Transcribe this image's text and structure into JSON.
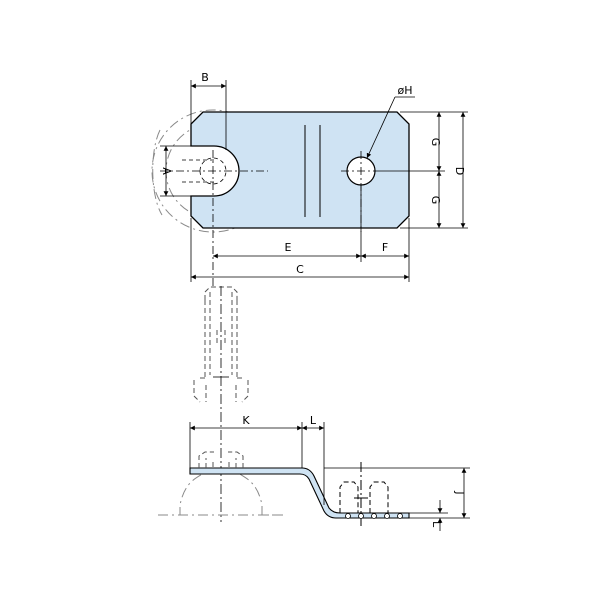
{
  "colors": {
    "part_fill": "#cfe3f3",
    "line": "#000000",
    "hidden": "#555555",
    "phantom": "#8a8a8a",
    "background": "#ffffff"
  },
  "labels": {
    "a": "A",
    "b": "B",
    "c": "C",
    "d": "D",
    "e": "E",
    "f": "F",
    "g_top": "G",
    "g_bottom": "G",
    "h": "øH",
    "j": "J",
    "k": "K",
    "l_top": "L",
    "l_side": "L"
  }
}
